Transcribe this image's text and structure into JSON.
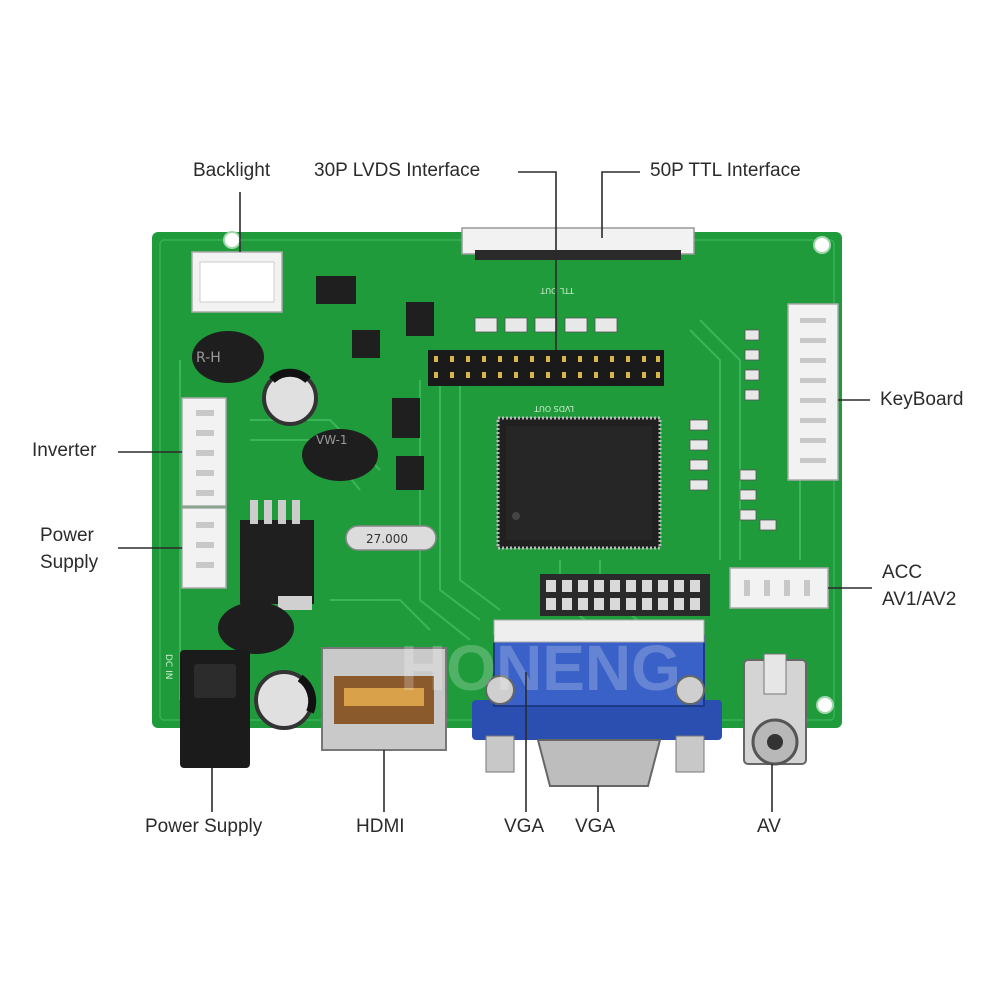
{
  "labels": {
    "backlight": "Backlight",
    "lvds_30p": "30P LVDS Interface",
    "ttl_50p": "50P TTL Interface",
    "keyboard": "KeyBoard",
    "inverter": "Inverter",
    "power_supply_left_line1": "Power",
    "power_supply_left_line2": "Supply",
    "acc": "ACC",
    "av1_av2": "AV1/AV2",
    "power_supply_bottom": "Power Supply",
    "hdmi": "HDMI",
    "vga_1": "VGA",
    "vga_2": "VGA",
    "av": "AV"
  },
  "board_marks": {
    "crystal": "27.000",
    "ttl_out": "TTL OUT",
    "lvds_out": "LVDS OUT",
    "inductor_1": "R-H",
    "inductor_2": "VW-1",
    "dc_in": "DC IN",
    "watermark": "HONENG"
  },
  "colors": {
    "pcb": "#1f9b3c",
    "pcb_dark": "#157a2c",
    "trace": "#48c068",
    "connector": "#eeeeee",
    "vga_blue": "#2b4fb0",
    "leader_line": "#2b2b2b"
  }
}
